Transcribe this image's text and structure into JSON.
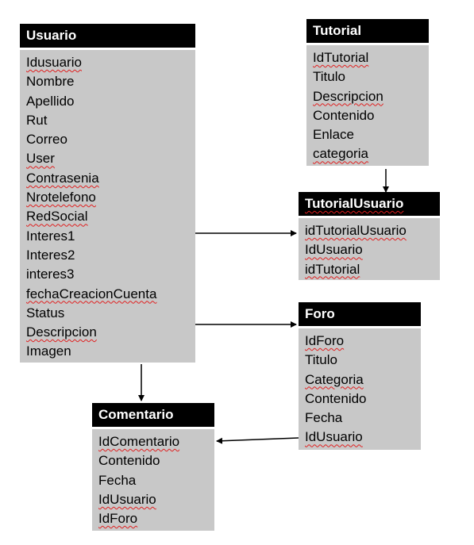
{
  "colors": {
    "header_bg": "#000000",
    "header_text": "#ffffff",
    "body_bg": "#c8c8c8",
    "spellcheck": "#e02020"
  },
  "entities": {
    "usuario": {
      "title": "Usuario",
      "attributes": [
        "Idusuario",
        "Nombre",
        "Apellido",
        "Rut",
        "Correo",
        "User",
        "Contrasenia",
        "Nrotelefono",
        "RedSocial",
        "Interes1",
        "Interes2",
        "interes3",
        "fechaCreacionCuenta",
        "Status",
        "Descripcion",
        "Imagen"
      ]
    },
    "tutorial": {
      "title": "Tutorial",
      "attributes": [
        "IdTutorial",
        "Titulo",
        "Descripcion",
        "Contenido",
        "Enlace",
        "categoria"
      ]
    },
    "tutorial_usuario": {
      "title": "TutorialUsuario",
      "attributes": [
        "idTutorialUsuario",
        "IdUsuario",
        "idTutorial"
      ]
    },
    "foro": {
      "title": "Foro",
      "attributes": [
        "IdForo",
        "Titulo",
        "Categoria",
        "Contenido",
        "Fecha",
        "IdUsuario"
      ]
    },
    "comentario": {
      "title": "Comentario",
      "attributes": [
        "IdComentario",
        "Contenido",
        "Fecha",
        "IdUsuario",
        "IdForo"
      ]
    }
  }
}
